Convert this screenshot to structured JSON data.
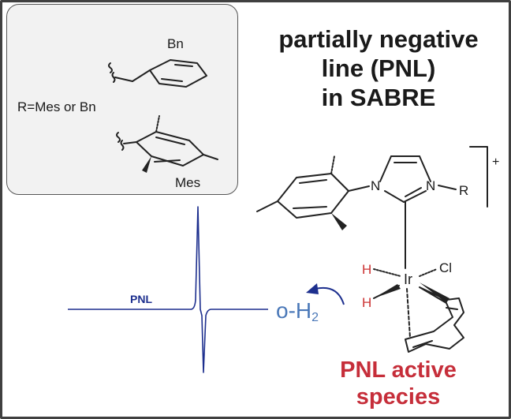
{
  "title": {
    "line1": "partially negative",
    "line2": "line (PNL)",
    "line3": "in SABRE"
  },
  "substituent_box": {
    "r_definition": "R=Mes or Bn",
    "bn_label": "Bn",
    "mes_label": "Mes"
  },
  "complex": {
    "charge": "+",
    "n1": "N",
    "n2": "N",
    "r_group": "R",
    "metal": "Ir",
    "chloride": "Cl",
    "hydride1": "H",
    "hydride2": "H"
  },
  "spectrum": {
    "pnl_label": "PNL",
    "oh2_prefix": "o-H",
    "oh2_subscript": "2"
  },
  "active_species": {
    "line1": "PNL active",
    "line2": "species"
  },
  "colors": {
    "spectrum_blue": "#1d2f8e",
    "oh2_blue": "#4a78b8",
    "active_red": "#c62e3a",
    "hydride_red": "#cc3333"
  }
}
